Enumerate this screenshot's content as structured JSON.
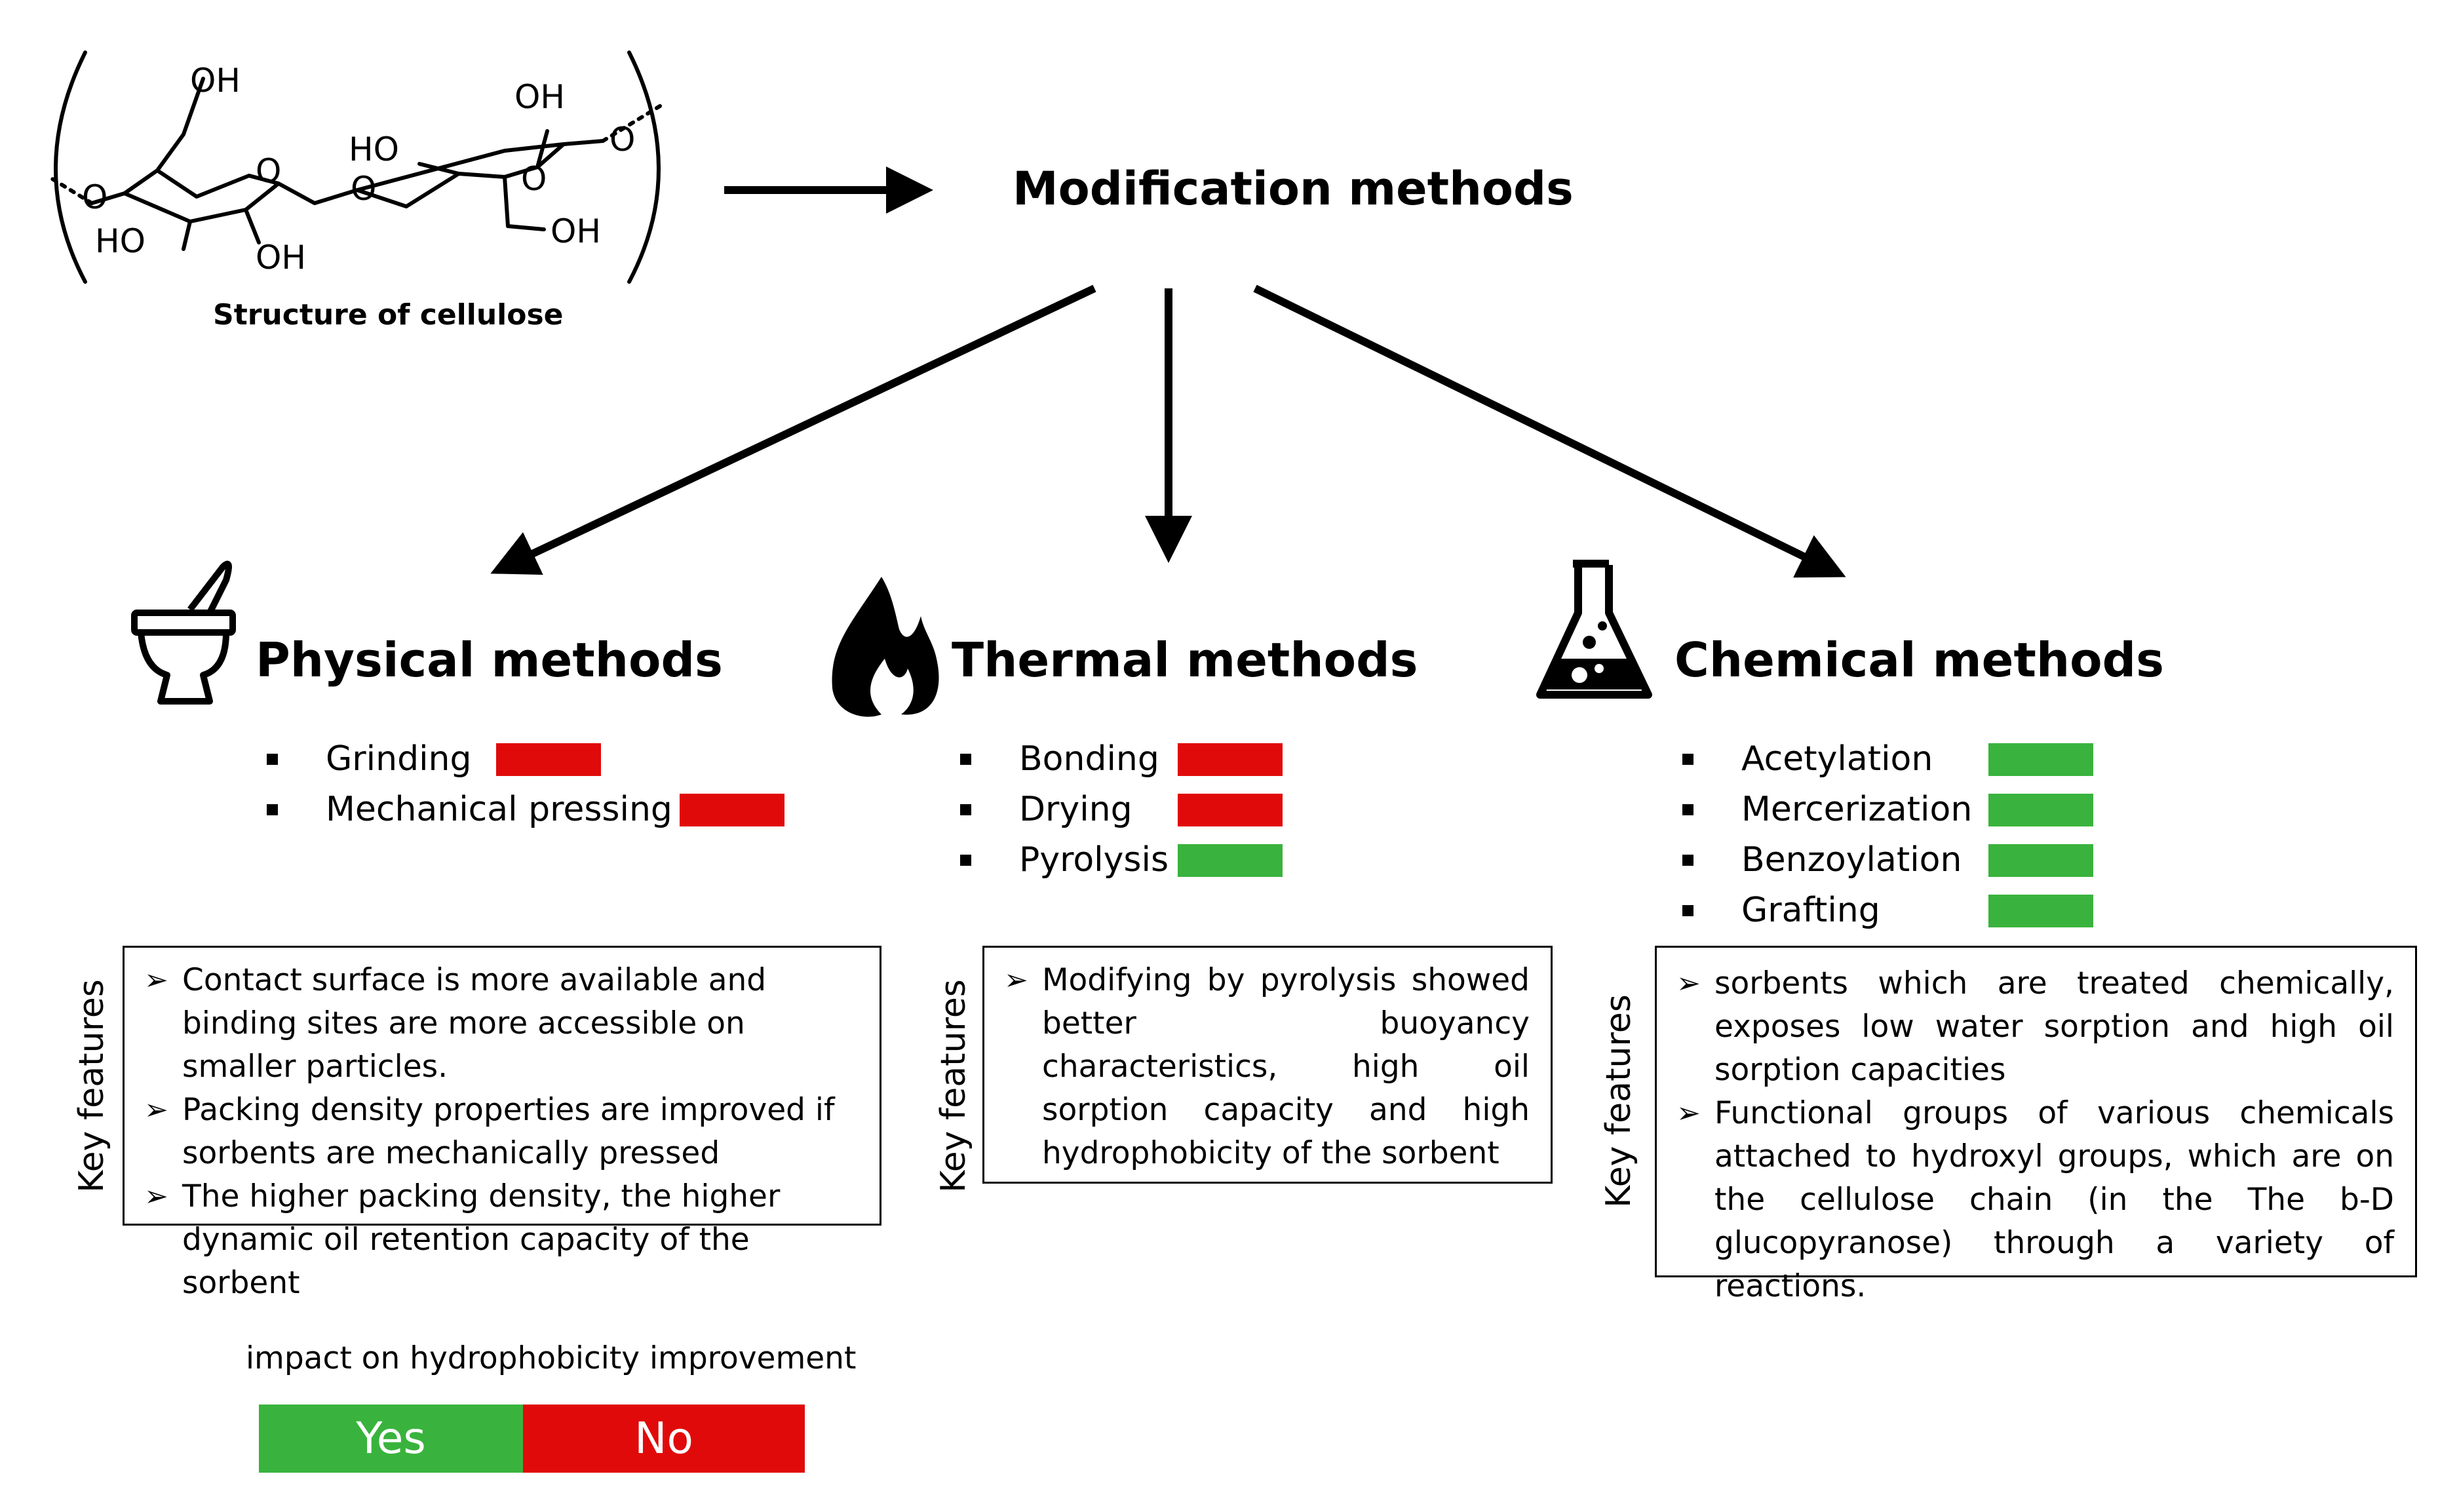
{
  "colors": {
    "yes": "#39b33d",
    "no": "#e10a0a",
    "text": "#000000"
  },
  "header": {
    "title": "Modification methods",
    "structure_caption": "Structure of cellulose",
    "molecule_labels": {
      "oh": "OH",
      "ho": "HO",
      "o": "O"
    }
  },
  "methods": [
    {
      "title": "Physical methods",
      "icon": "mortar-pestle-icon",
      "items": [
        {
          "label": "Grinding",
          "hydrophobicity": "No"
        },
        {
          "label": "Mechanical pressing",
          "hydrophobicity": "No"
        }
      ],
      "key_features_label": "Key features",
      "features": [
        "Contact surface is more available and binding sites are more accessible on smaller particles.",
        "Packing density properties are improved if sorbents are mechanically pressed",
        "The higher packing density, the higher dynamic oil retention capacity of the sorbent"
      ]
    },
    {
      "title": "Thermal methods",
      "icon": "flame-icon",
      "items": [
        {
          "label": "Bonding",
          "hydrophobicity": "No"
        },
        {
          "label": "Drying",
          "hydrophobicity": "No"
        },
        {
          "label": "Pyrolysis",
          "hydrophobicity": "Yes"
        }
      ],
      "key_features_label": "Key features",
      "features": [
        "Modifying by pyrolysis showed better buoyancy characteristics, high oil sorption capacity and high hydrophobicity of the sorbent"
      ]
    },
    {
      "title": "Chemical methods",
      "icon": "flask-icon",
      "items": [
        {
          "label": "Acetylation",
          "hydrophobicity": "Yes"
        },
        {
          "label": "Mercerization",
          "hydrophobicity": "Yes"
        },
        {
          "label": "Benzoylation",
          "hydrophobicity": "Yes"
        },
        {
          "label": "Grafting",
          "hydrophobicity": "Yes"
        }
      ],
      "key_features_label": "Key features",
      "features": [
        "sorbents which are treated chemically, exposes low water sorption and high oil sorption capacities",
        "Functional groups of various chemicals attached to hydroxyl groups, which are on the cellulose chain (in the The b-D glucopyranose) through a variety of reactions."
      ]
    }
  ],
  "legend": {
    "title": "impact on hydrophobicity improvement",
    "yes": "Yes",
    "no": "No"
  }
}
